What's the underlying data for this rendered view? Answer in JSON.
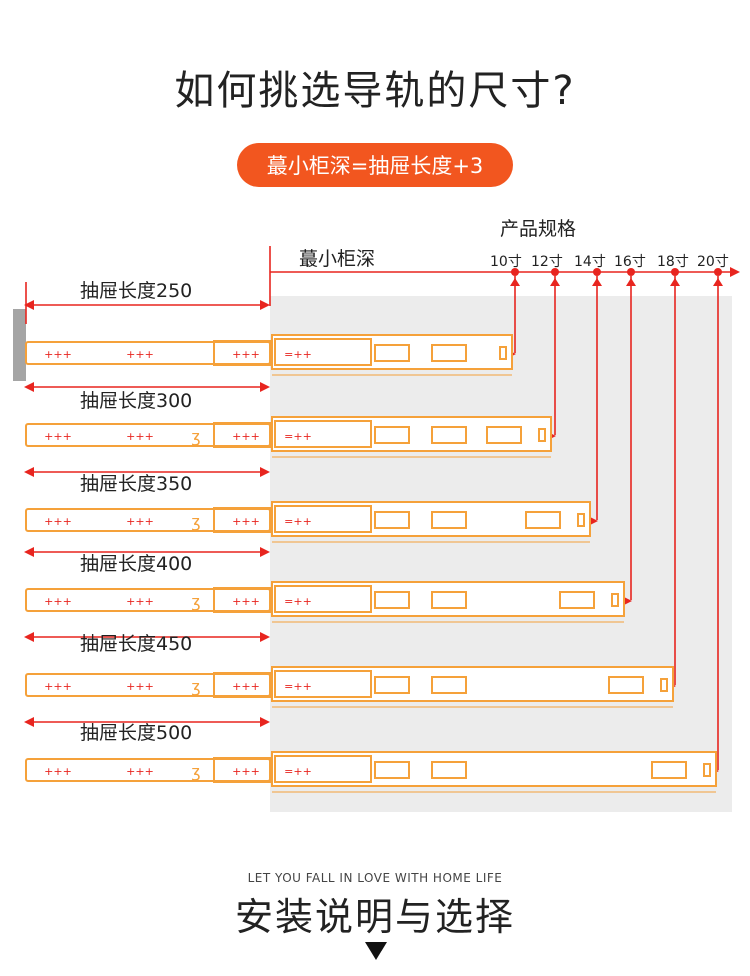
{
  "header": {
    "title": "如何挑选导轨的尺寸?",
    "formula": "蕞小柜深=抽屉长度+3"
  },
  "diagram": {
    "spec_title": "产品规格",
    "min_depth_label": "蕞小柜深",
    "sizes": [
      "10寸",
      "12寸",
      "14寸",
      "16寸",
      "18寸",
      "20寸"
    ],
    "drawer_lengths": [
      "抽屉长度250",
      "抽屉长度300",
      "抽屉长度350",
      "抽屉长度400",
      "抽屉长度450",
      "抽屉长度500"
    ],
    "colors": {
      "red": "#e8251f",
      "orange": "#f5a13a",
      "panel": "#ececec",
      "wall": "#a5a5a5"
    }
  },
  "footer": {
    "tagline": "LET YOU FALL IN LOVE WITH HOME LIFE",
    "title": "安装说明与选择",
    "arrow_icon": "down-triangle-icon"
  }
}
